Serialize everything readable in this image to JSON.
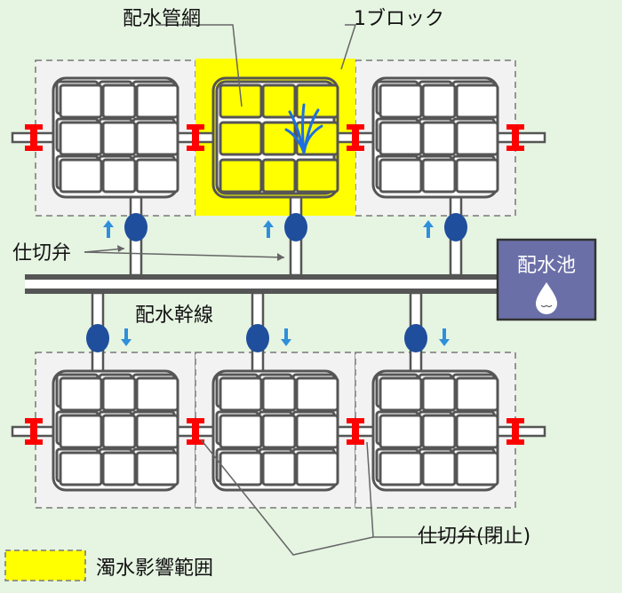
{
  "labels": {
    "pipe_network": "配水管網",
    "one_block": "1ブロック",
    "gate_valve": "仕切弁",
    "trunk_main": "配水幹線",
    "reservoir": "配水池",
    "gate_valve_closed": "仕切弁(閉止)",
    "legend_turbid": "濁水影響範囲"
  },
  "colors": {
    "background": "#e6f4e2",
    "affected_area": "#ffff00",
    "valve": "#ff0000",
    "gate_valve": "#1f4f9c",
    "arrow": "#2f8fd8",
    "reservoir": "#6b6fa8",
    "pipe": "#555555"
  },
  "icons": {
    "burst": "water-burst-icon",
    "reservoir": "water-drop-icon"
  }
}
